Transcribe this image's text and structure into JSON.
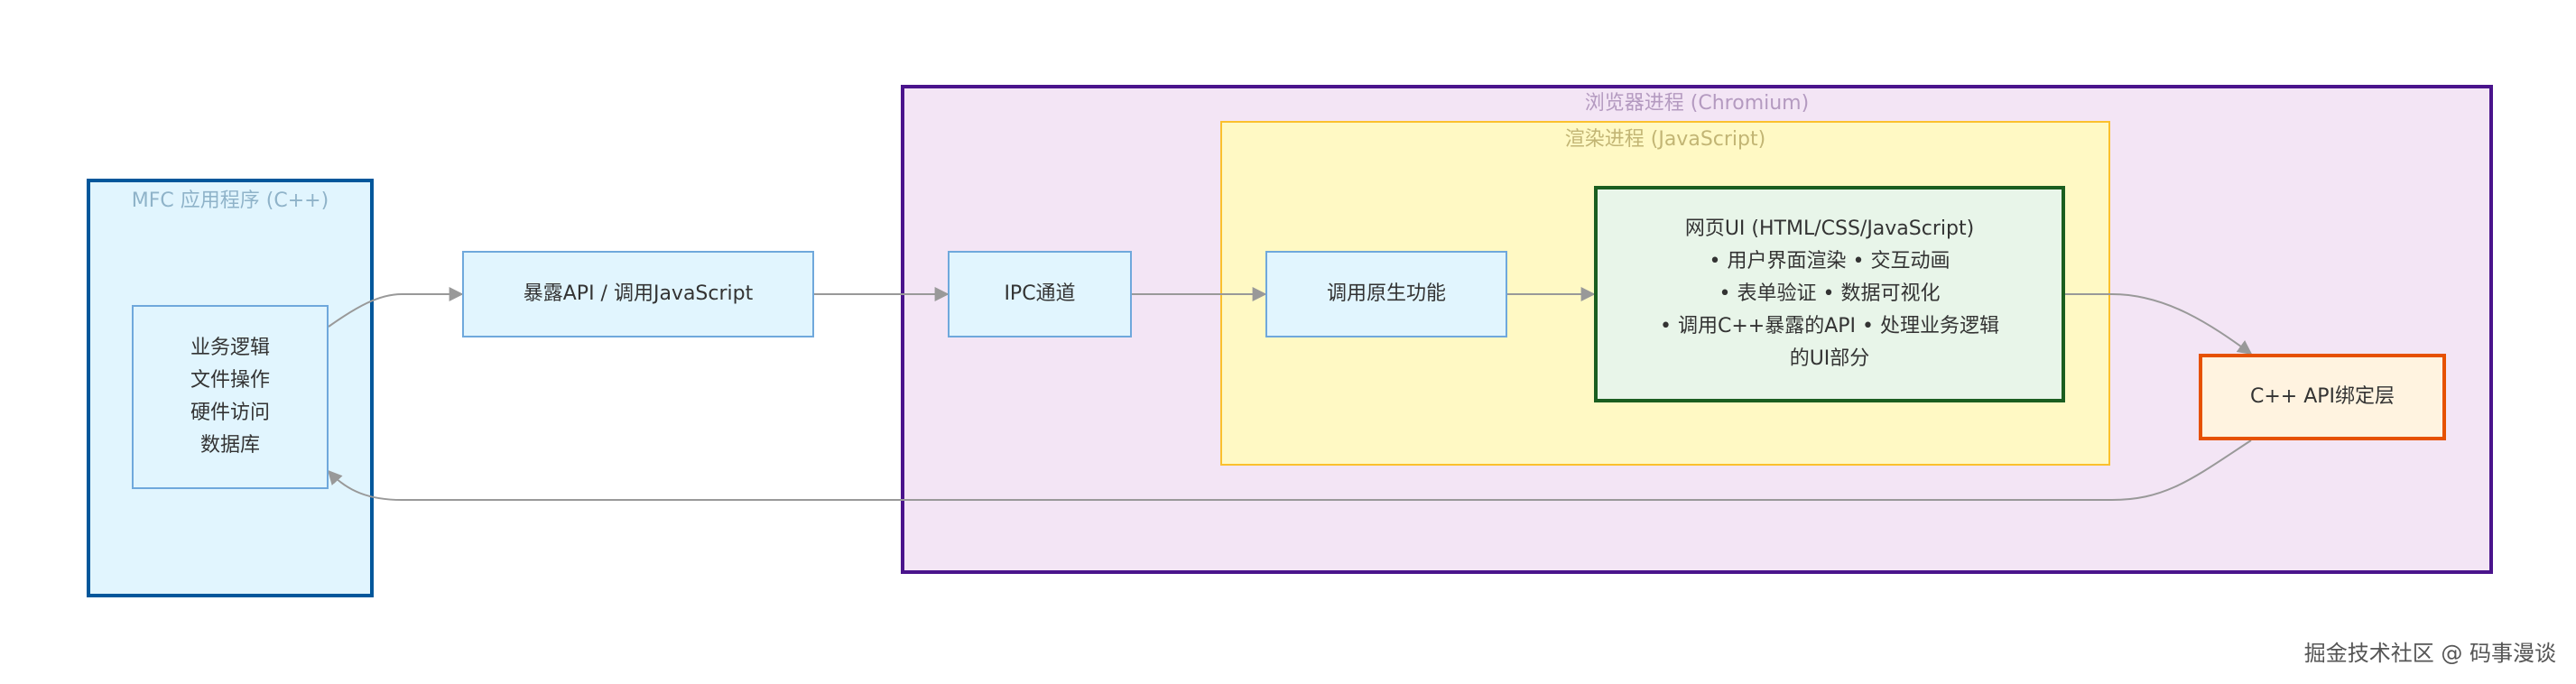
{
  "diagram": {
    "type": "flowchart",
    "clusters": {
      "mfc": {
        "title": "MFC 应用程序 (C++)"
      },
      "browser": {
        "title": "浏览器进程 (Chromium)"
      },
      "renderer": {
        "title": "渲染进程 (JavaScript)"
      }
    },
    "nodes": {
      "business": {
        "lines": [
          "业务逻辑",
          "文件操作",
          "硬件访问",
          "数据库"
        ]
      },
      "expose_api": {
        "label": "暴露API / 调用JavaScript"
      },
      "ipc": {
        "label": "IPC通道"
      },
      "call_native": {
        "label": "调用原生功能"
      },
      "webui": {
        "lines": [
          "网页UI (HTML/CSS/JavaScript)",
          "• 用户界面渲染 • 交互动画",
          "• 表单验证 • 数据可视化",
          "• 调用C++暴露的API • 处理业务逻辑",
          "的UI部分"
        ]
      },
      "cpp_binding": {
        "label": "C++ API绑定层"
      }
    },
    "edges": [
      {
        "from": "business",
        "to": "expose_api"
      },
      {
        "from": "expose_api",
        "to": "ipc"
      },
      {
        "from": "ipc",
        "to": "call_native"
      },
      {
        "from": "call_native",
        "to": "webui"
      },
      {
        "from": "webui",
        "to": "cpp_binding"
      },
      {
        "from": "cpp_binding",
        "to": "business"
      }
    ],
    "colors": {
      "mfc_fill": "#e1f5fe",
      "mfc_border": "#01579b",
      "browser_fill": "#f3e5f5",
      "browser_border": "#4a148c",
      "renderer_fill": "#fff9c4",
      "renderer_border": "#fbc02d",
      "webui_fill": "#e8f5e9",
      "webui_border": "#1b5e20",
      "binding_fill": "#fff3e0",
      "binding_border": "#e65100",
      "node_fill": "#e1f5fe",
      "node_border": "#6fa8dc",
      "edge": "#999999"
    }
  },
  "watermark": "掘金技术社区 @ 码事漫谈"
}
